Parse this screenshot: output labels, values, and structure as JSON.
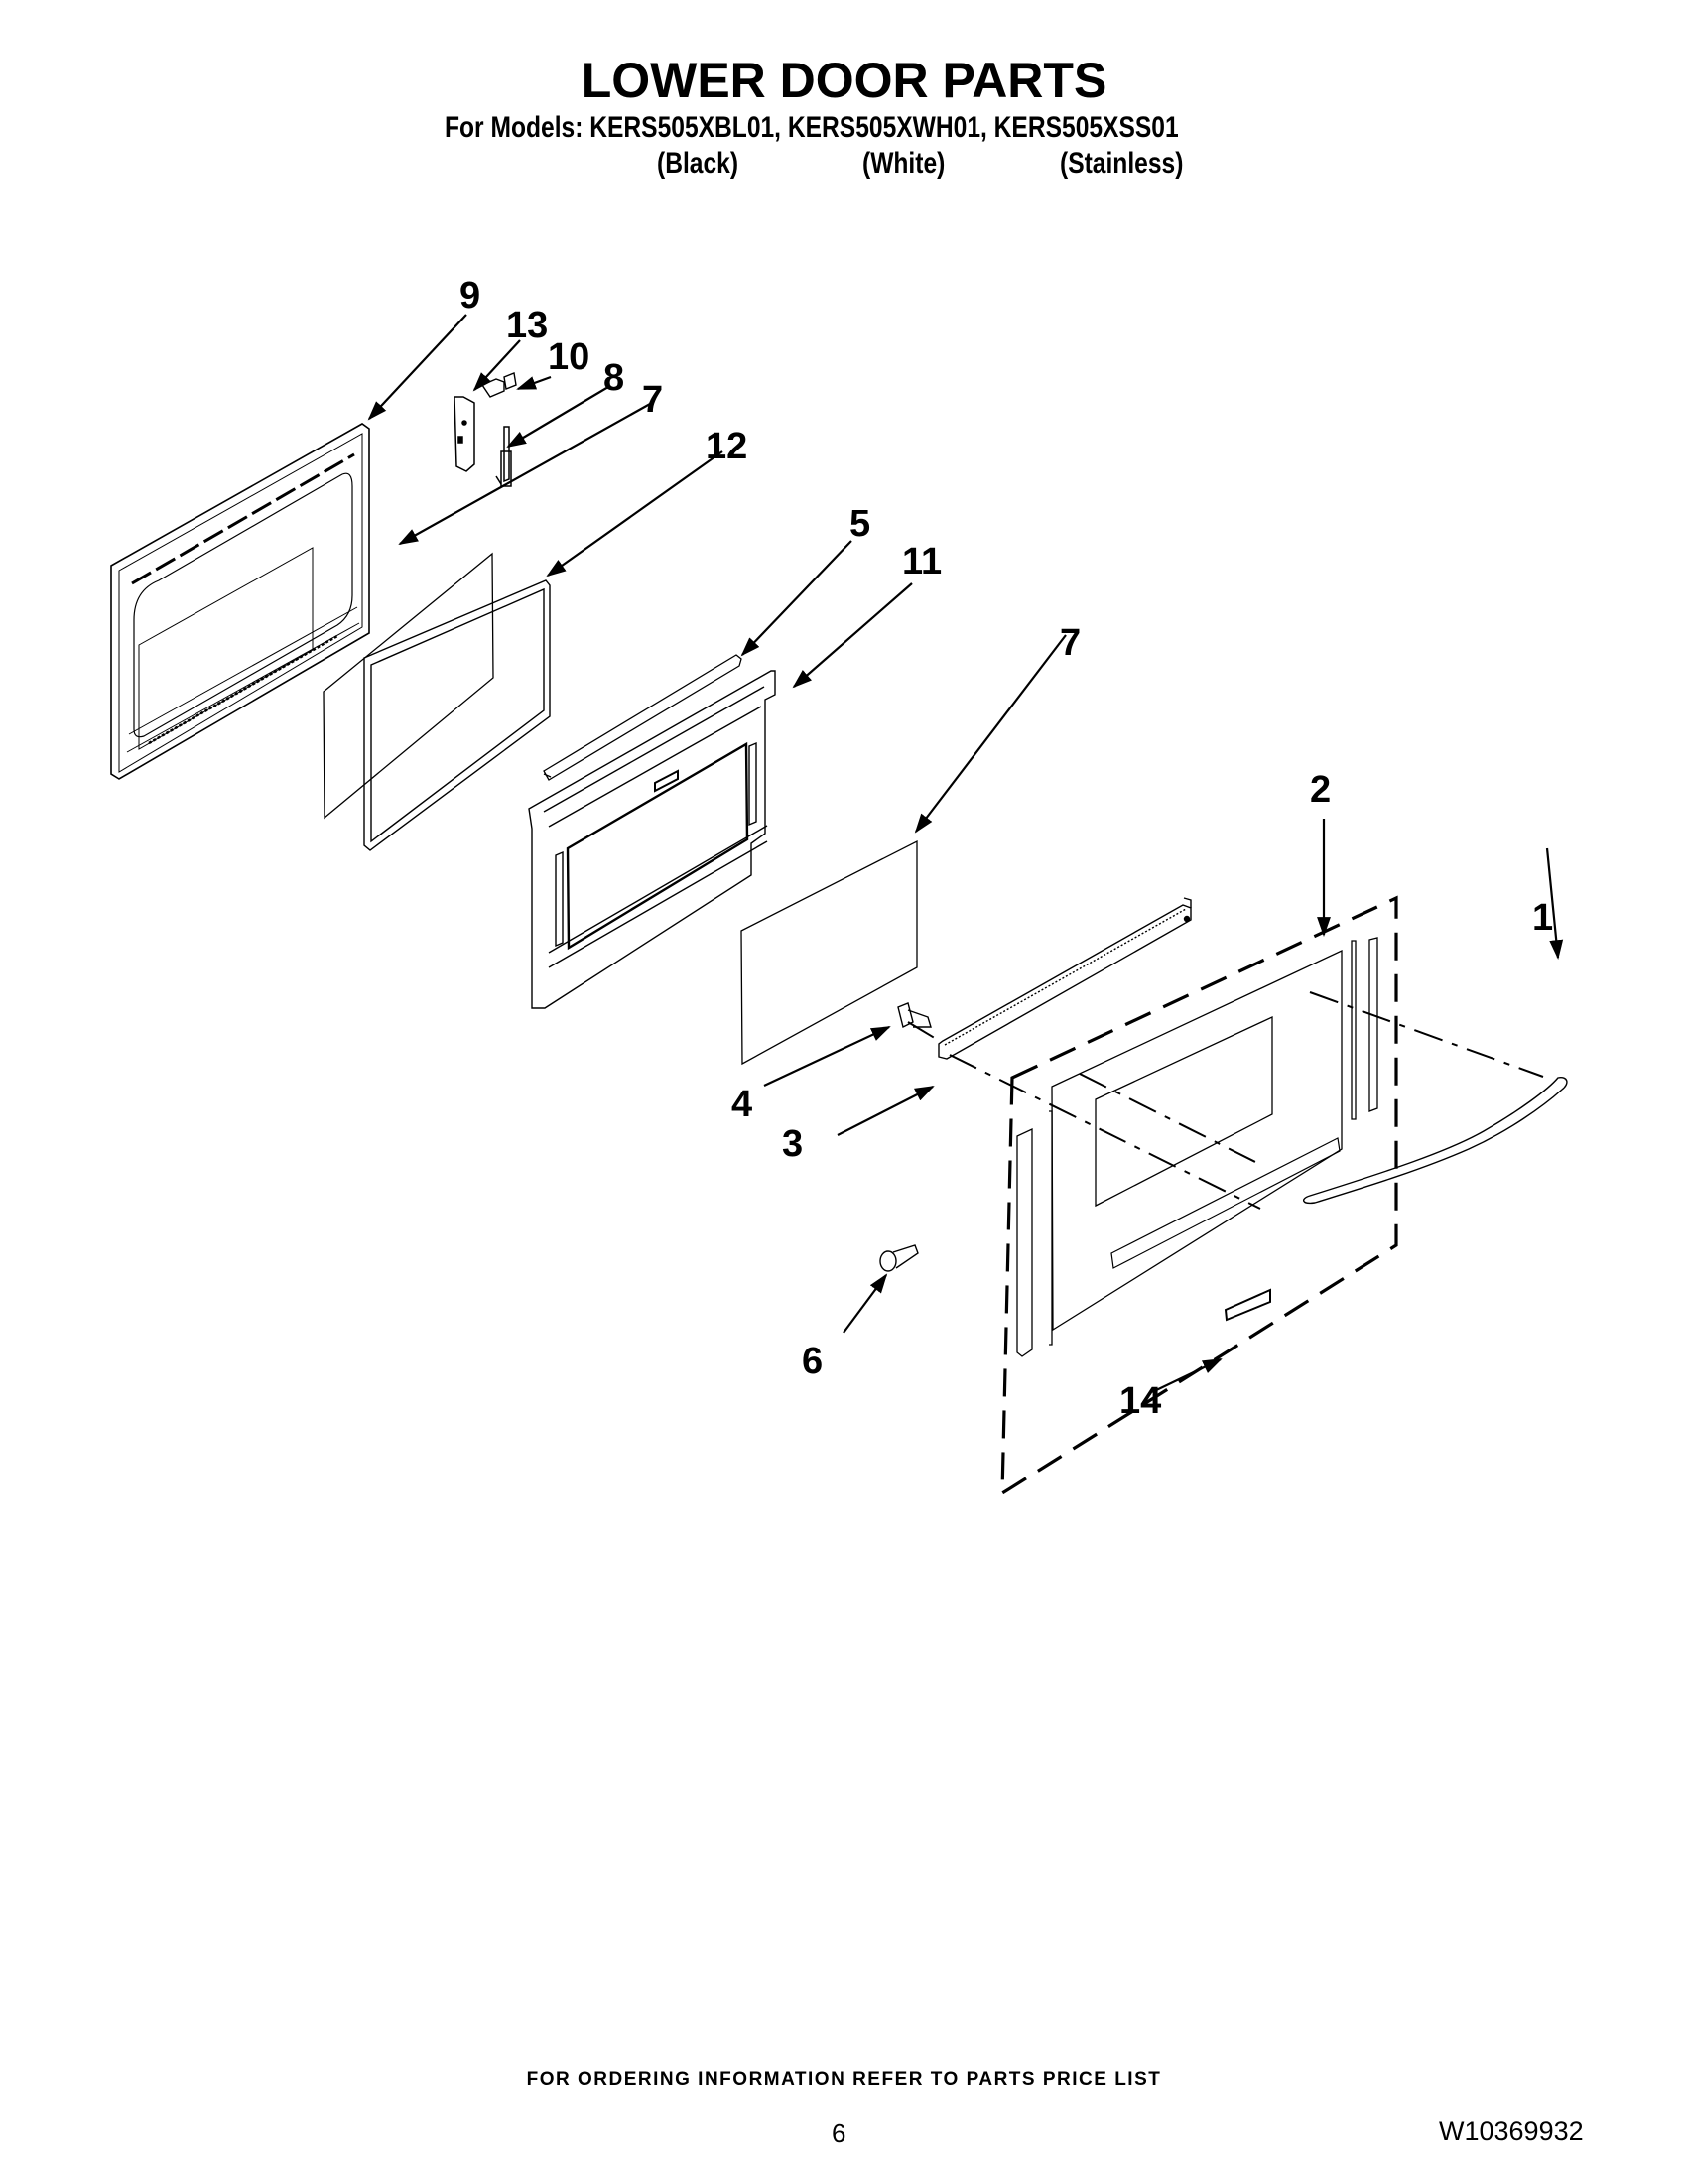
{
  "header": {
    "title": "LOWER DOOR PARTS",
    "models_line": "For Models: KERS505XBL01, KERS505XWH01, KERS505XSS01",
    "variants": [
      "(Black)",
      "(White)",
      "(Stainless)"
    ]
  },
  "diagram": {
    "type": "exploded-parts-view",
    "callouts": [
      {
        "id": "callout-9",
        "label": "9",
        "part": "outer-door-frame"
      },
      {
        "id": "callout-13",
        "label": "13",
        "part": "hinge-bracket"
      },
      {
        "id": "callout-10",
        "label": "10",
        "part": "screw"
      },
      {
        "id": "callout-8",
        "label": "8",
        "part": "hinge-clip"
      },
      {
        "id": "callout-7a",
        "label": "7",
        "part": "glass-panel"
      },
      {
        "id": "callout-12",
        "label": "12",
        "part": "glass-gasket-frame"
      },
      {
        "id": "callout-5",
        "label": "5",
        "part": "top-trim-strip"
      },
      {
        "id": "callout-11",
        "label": "11",
        "part": "inner-door-liner"
      },
      {
        "id": "callout-7b",
        "label": "7",
        "part": "glass-panel"
      },
      {
        "id": "callout-2",
        "label": "2",
        "part": "outer-door-panel-assembly"
      },
      {
        "id": "callout-1",
        "label": "1",
        "part": "door-handle"
      },
      {
        "id": "callout-4",
        "label": "4",
        "part": "handle-screw"
      },
      {
        "id": "callout-3",
        "label": "3",
        "part": "door-top-bracket"
      },
      {
        "id": "callout-6",
        "label": "6",
        "part": "screw"
      },
      {
        "id": "callout-14",
        "label": "14",
        "part": "badge-nameplate"
      }
    ]
  },
  "footer": {
    "note": "FOR ORDERING INFORMATION REFER TO PARTS PRICE LIST",
    "page_number": "6",
    "document_id": "W10369932"
  }
}
